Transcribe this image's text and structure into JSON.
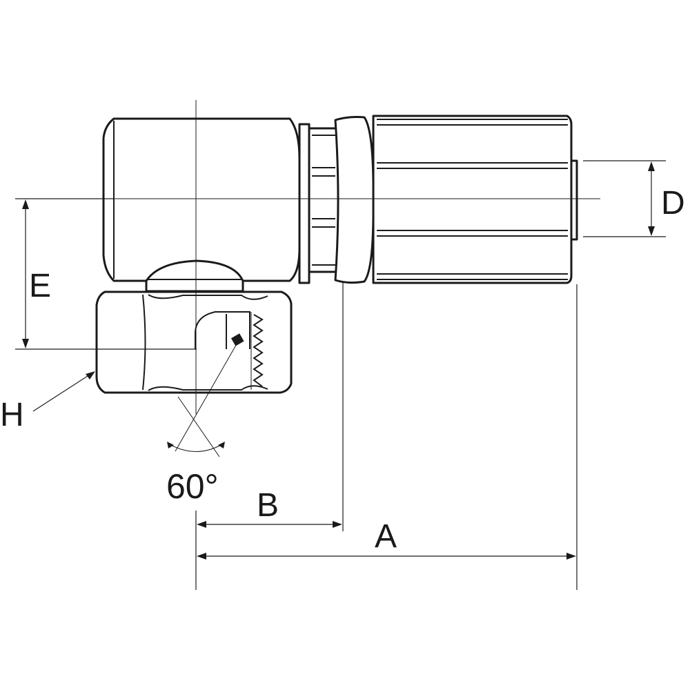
{
  "labels": {
    "A": "A",
    "B": "B",
    "D": "D",
    "E": "E",
    "H": "H",
    "angle": "60°"
  },
  "colors": {
    "line": "#1a1a1a",
    "background": "#ffffff"
  }
}
